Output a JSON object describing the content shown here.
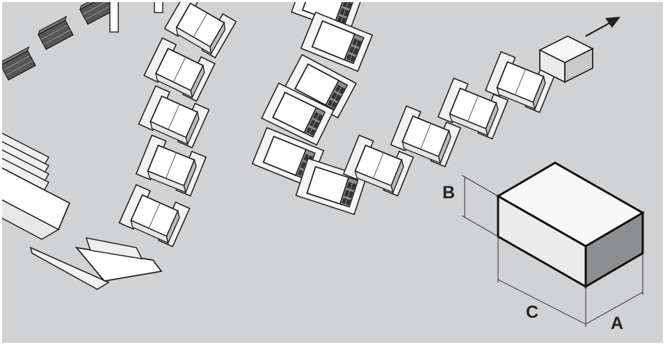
{
  "colors": {
    "background": "#d1d2d4",
    "frame": "#ffffff",
    "outline": "#222222",
    "face_light": "#f7f7f7",
    "face_mid": "#ebebeb",
    "face_dark": "#8d8e90",
    "stack_fill": "#555555"
  },
  "icons": [
    "arrow-icon"
  ],
  "dimensions": {
    "label_b": "B",
    "label_c": "C",
    "label_a": "A"
  }
}
